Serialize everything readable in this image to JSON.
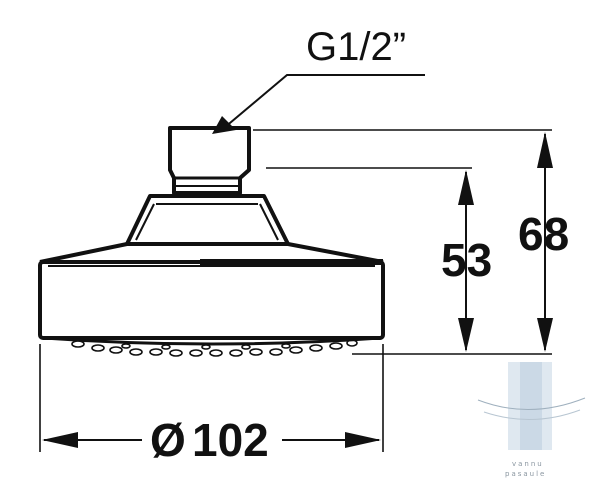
{
  "drawing": {
    "thread_label": "G1/2”",
    "height_inner": "53",
    "height_outer": "68",
    "diameter_symbol": "Ø",
    "diameter_value": "102",
    "stroke_color": "#111111"
  },
  "watermark": {
    "line1": "vannu",
    "line2": "pasaule"
  }
}
